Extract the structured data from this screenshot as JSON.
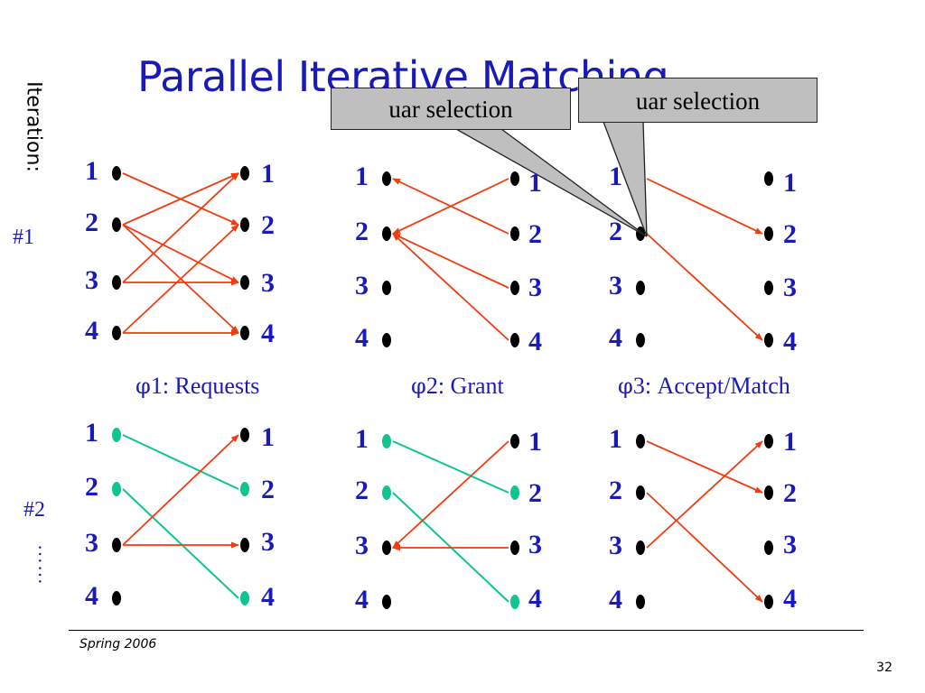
{
  "title": "Parallel Iterative Matching",
  "iteration_label": "Iteration:",
  "iterations": [
    "#1",
    "#2"
  ],
  "ellipsis": "……",
  "node_labels": [
    "1",
    "2",
    "3",
    "4"
  ],
  "phase_labels": [
    {
      "symbol": "φ",
      "text": "1: Requests"
    },
    {
      "symbol": "φ",
      "text": "2: Grant"
    },
    {
      "symbol": "φ",
      "text": "3: Accept/Match"
    }
  ],
  "callouts": [
    "uar selection",
    "uar selection"
  ],
  "colors": {
    "title": "#1a1ab8",
    "label": "#1a1ab8",
    "dot": "#000000",
    "matched_dot": "#10c490",
    "arrow": "#f03c10",
    "matched_line": "#10c490",
    "callout_fill": "#bfbfbf"
  },
  "diagrams": [
    {
      "iteration": 1,
      "phase": 1,
      "matched_inputs": [],
      "matched_outputs": [],
      "edges": [
        {
          "from": 1,
          "to": 2,
          "dir": "forward",
          "kind": "arrow"
        },
        {
          "from": 2,
          "to": 1,
          "dir": "forward",
          "kind": "arrow"
        },
        {
          "from": 2,
          "to": 3,
          "dir": "forward",
          "kind": "arrow"
        },
        {
          "from": 2,
          "to": 4,
          "dir": "forward",
          "kind": "arrow"
        },
        {
          "from": 3,
          "to": 1,
          "dir": "forward",
          "kind": "arrow"
        },
        {
          "from": 3,
          "to": 3,
          "dir": "forward",
          "kind": "arrow"
        },
        {
          "from": 4,
          "to": 2,
          "dir": "forward",
          "kind": "arrow"
        },
        {
          "from": 4,
          "to": 4,
          "dir": "forward",
          "kind": "arrow"
        }
      ]
    },
    {
      "iteration": 1,
      "phase": 2,
      "matched_inputs": [],
      "matched_outputs": [],
      "edges": [
        {
          "from": 1,
          "to": 2,
          "dir": "backward",
          "kind": "arrow"
        },
        {
          "from": 2,
          "to": 1,
          "dir": "backward",
          "kind": "arrow"
        },
        {
          "from": 2,
          "to": 3,
          "dir": "backward",
          "kind": "arrow"
        },
        {
          "from": 2,
          "to": 4,
          "dir": "backward",
          "kind": "arrow"
        }
      ]
    },
    {
      "iteration": 1,
      "phase": 3,
      "matched_inputs": [],
      "matched_outputs": [],
      "edges": [
        {
          "from": 1,
          "to": 2,
          "dir": "forward",
          "kind": "arrow"
        },
        {
          "from": 2,
          "to": 4,
          "dir": "forward",
          "kind": "arrow"
        }
      ]
    },
    {
      "iteration": 2,
      "phase": 1,
      "matched_inputs": [
        1,
        2
      ],
      "matched_outputs": [
        2,
        4
      ],
      "edges": [
        {
          "from": 1,
          "to": 2,
          "dir": "none",
          "kind": "matched"
        },
        {
          "from": 2,
          "to": 4,
          "dir": "none",
          "kind": "matched"
        },
        {
          "from": 3,
          "to": 1,
          "dir": "forward",
          "kind": "arrow"
        },
        {
          "from": 3,
          "to": 3,
          "dir": "forward",
          "kind": "arrow"
        }
      ]
    },
    {
      "iteration": 2,
      "phase": 2,
      "matched_inputs": [
        1,
        2
      ],
      "matched_outputs": [
        2,
        4
      ],
      "edges": [
        {
          "from": 1,
          "to": 2,
          "dir": "none",
          "kind": "matched"
        },
        {
          "from": 2,
          "to": 4,
          "dir": "none",
          "kind": "matched"
        },
        {
          "from": 3,
          "to": 1,
          "dir": "backward",
          "kind": "arrow"
        },
        {
          "from": 3,
          "to": 3,
          "dir": "backward",
          "kind": "arrow"
        }
      ]
    },
    {
      "iteration": 2,
      "phase": 3,
      "matched_inputs": [],
      "matched_outputs": [],
      "edges": [
        {
          "from": 1,
          "to": 2,
          "dir": "forward",
          "kind": "arrow"
        },
        {
          "from": 2,
          "to": 4,
          "dir": "forward",
          "kind": "arrow"
        },
        {
          "from": 3,
          "to": 1,
          "dir": "forward",
          "kind": "arrow"
        }
      ]
    }
  ],
  "footer": {
    "text": "Spring 2006",
    "page": "32"
  }
}
